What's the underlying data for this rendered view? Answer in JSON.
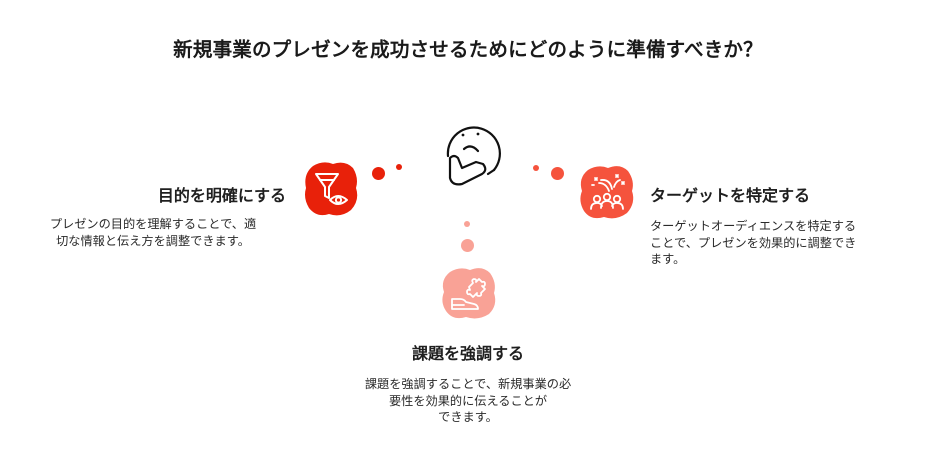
{
  "title": "新規事業のプレゼンを成功させるためにどのように準備すべきか？",
  "center": {
    "icon": "thinking-face-icon"
  },
  "nodes": [
    {
      "id": "purpose",
      "title": "目的を明確にする",
      "description_lines": [
        "プレゼンの目的を理解することで、適",
        "切な情報と伝え方を調整できます。"
      ],
      "icon": "funnel-eye-icon",
      "color": "#e8210a"
    },
    {
      "id": "target",
      "title": "ターゲットを特定する",
      "description_lines": [
        "ターゲットオーディエンスを特定する",
        "ことで、プレゼンを効果的に調整でき",
        "ます。"
      ],
      "icon": "audience-celebration-icon",
      "color": "#f5533d"
    },
    {
      "id": "problem",
      "title": "課題を強調する",
      "description_lines": [
        "課題を強調することで、新規事業の必",
        "要性を効果的に伝えることが",
        "できます。"
      ],
      "icon": "puzzle-hand-icon",
      "color": "#f9a296"
    }
  ]
}
